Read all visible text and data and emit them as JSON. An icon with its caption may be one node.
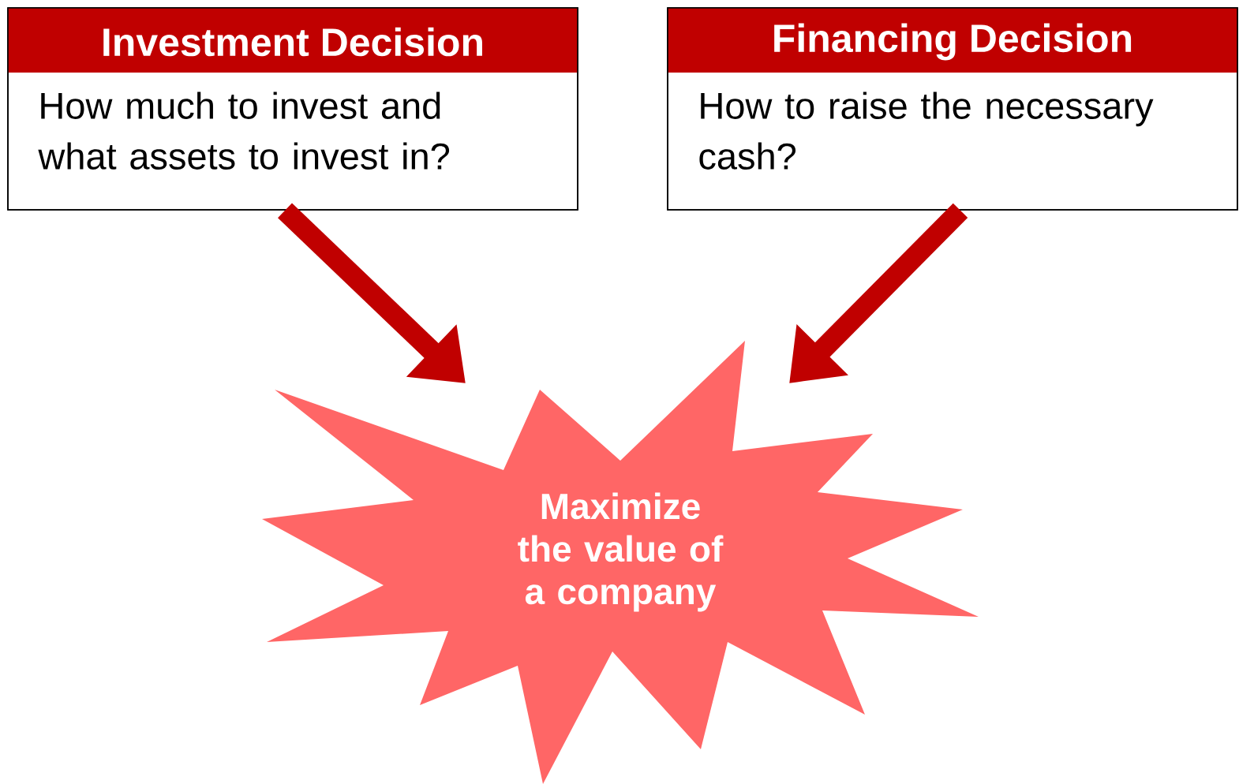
{
  "diagram": {
    "nodes": [
      {
        "text": [
          "Investment Decision",
          "How much to invest and what assets to invest in?"
        ]
      },
      {
        "text": [
          "Financing Decision",
          "How to raise the necessary cash?"
        ]
      },
      {
        "text": [
          "Maximize the value of a company"
        ]
      }
    ],
    "edges": [
      {
        "from": 0,
        "to": 2,
        "arrow": "to"
      },
      {
        "from": 1,
        "to": 2,
        "arrow": "to"
      }
    ]
  }
}
